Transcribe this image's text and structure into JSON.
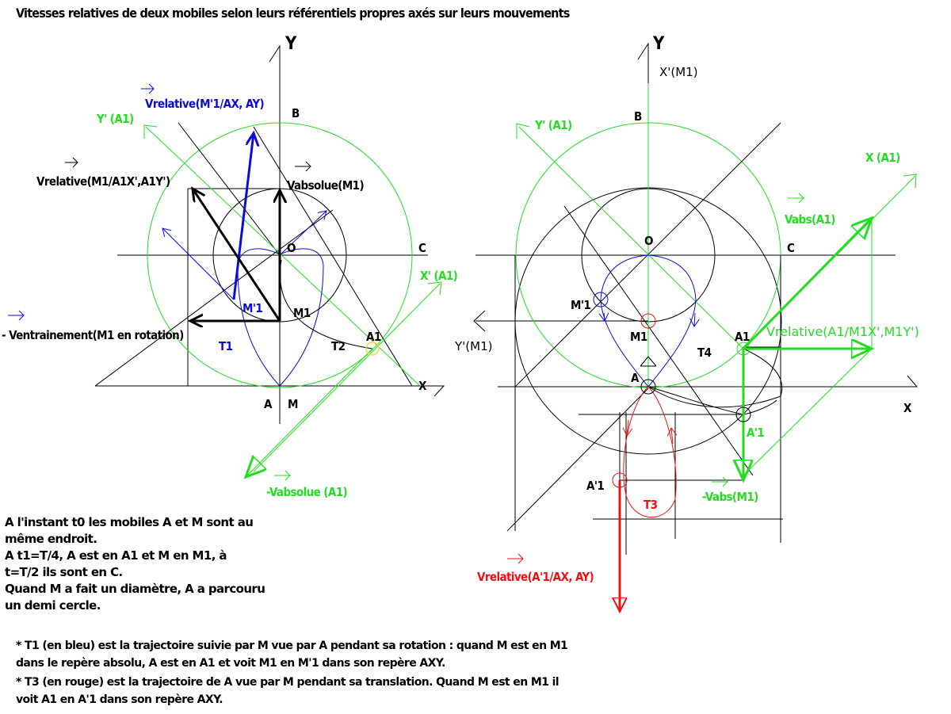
{
  "title": "Vitesses relatives de deux mobiles selon leurs référentiels propres axés sur leurs mouvements",
  "colors": {
    "black": "#000000",
    "blue": "#0b0bdc",
    "green": "#22dd22",
    "red": "#ee1111",
    "yellow": "#ffd23c"
  },
  "left": {
    "Y": "Y",
    "X": "X",
    "B": "B",
    "C": "C",
    "O": "O",
    "A": "A",
    "M": "M",
    "M1": "M1",
    "A1": "A1",
    "Mp1": "M'1",
    "T1": "T1",
    "T2": "T2",
    "YA1": "Y' (A1)",
    "XA1": "X' (A1)",
    "vrel_M1": "Vrelative(M'1/AX, AY)",
    "vrel_M": "Vrelative(M1/A1X',A1Y')",
    "vabs_M1": "Vabsolue(M1)",
    "ventr": "- Ventrainement(M1 en rotation)",
    "mvabs_A1": "-Vabsolue (A1)"
  },
  "right": {
    "Y": "Y",
    "X": "X",
    "XpM1": "X'(M1)",
    "YpM1": "Y'(M1)",
    "B": "B",
    "C": "C",
    "O": "O",
    "A": "A",
    "M1": "M1",
    "A1": "A1",
    "Mp1": "M'1",
    "Ap1a": "A'1",
    "Ap1b": "A'1",
    "T3": "T3",
    "T4": "T4",
    "YA1": "Y' (A1)",
    "XA1": "X (A1)",
    "vabs_A1": "Vabs(A1)",
    "vrel_A1": "Vrelative(A1/M1X',M1Y')",
    "mvabs_M1": "-Vabs(M1)",
    "vrel_Ap1": "Vrelative(A'1/AX, AY)"
  },
  "notes": {
    "p1_l1": "A l'instant t0 les mobiles A et M sont au",
    "p1_l2": "même endroit.",
    "p1_l3": "A t1=T/4, A est en A1 et M en M1, à",
    "p1_l4": "t=T/2 ils sont en C.",
    "p1_l5": "Quand M a fait un diamètre, A a parcouru",
    "p1_l6": "un demi cercle.",
    "p2_l1": "* T1 (en bleu) est la trajectoire suivie par M vue par A pendant sa rotation : quand M est en M1",
    "p2_l2": "dans le repère absolu, A est en A1 et voit M1 en M'1 dans son repère AXY.",
    "p3_l1": "* T3 (en rouge) est la trajectoire de A vue par M pendant sa translation. Quand M est en M1 il",
    "p3_l2": "voit A1 en A'1 dans son repère AXY."
  }
}
